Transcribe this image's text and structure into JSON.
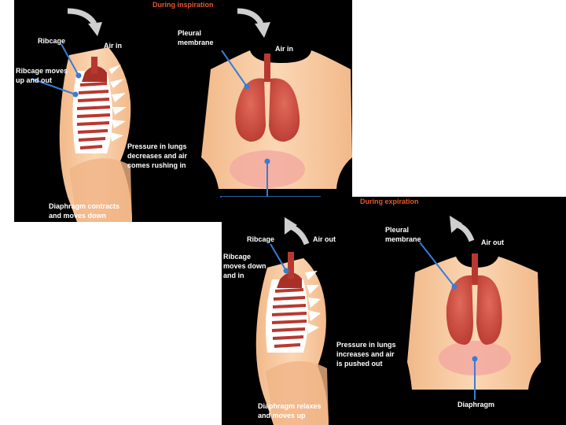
{
  "inspiration": {
    "title": "During inspiration",
    "labels": {
      "ribcage": "Ribcage",
      "air_in_left": "Air in",
      "ribcage_moves_line1": "Ribcage moves",
      "ribcage_moves_line2": "up and out",
      "pleural_line1": "Pleural",
      "pleural_line2": "membrane",
      "air_in_right": "Air in",
      "pressure_line1": "Pressure in lungs",
      "pressure_line2": "decreases and air",
      "pressure_line3": "comes rushing in",
      "diaphragm_line1": "Diaphragm contracts",
      "diaphragm_line2": "and moves down"
    }
  },
  "expiration": {
    "title": "During expiration",
    "labels": {
      "ribcage": "Ribcage",
      "air_out_left": "Air out",
      "ribcage_moves_line1": "Ribcage",
      "ribcage_moves_line2": "moves down",
      "ribcage_moves_line3": "and in",
      "pleural_line1": "Pleural",
      "pleural_line2": "membrane",
      "air_out_right": "Air out",
      "pressure_line1": "Pressure in lungs",
      "pressure_line2": "increases and air",
      "pressure_line3": "is pushed out",
      "diaphragm_line1": "Diaphragm relaxes",
      "diaphragm_line2": "and moves up",
      "diaphragm_right": "Diaphragm"
    }
  },
  "colors": {
    "panel_bg": "#000000",
    "title": "#e8562a",
    "skin": "#f6c9a0",
    "lung": "#c9453b",
    "ribs": "#ffffff",
    "pointer": "#3a7bd5",
    "arrow": "#cfcfcf"
  }
}
